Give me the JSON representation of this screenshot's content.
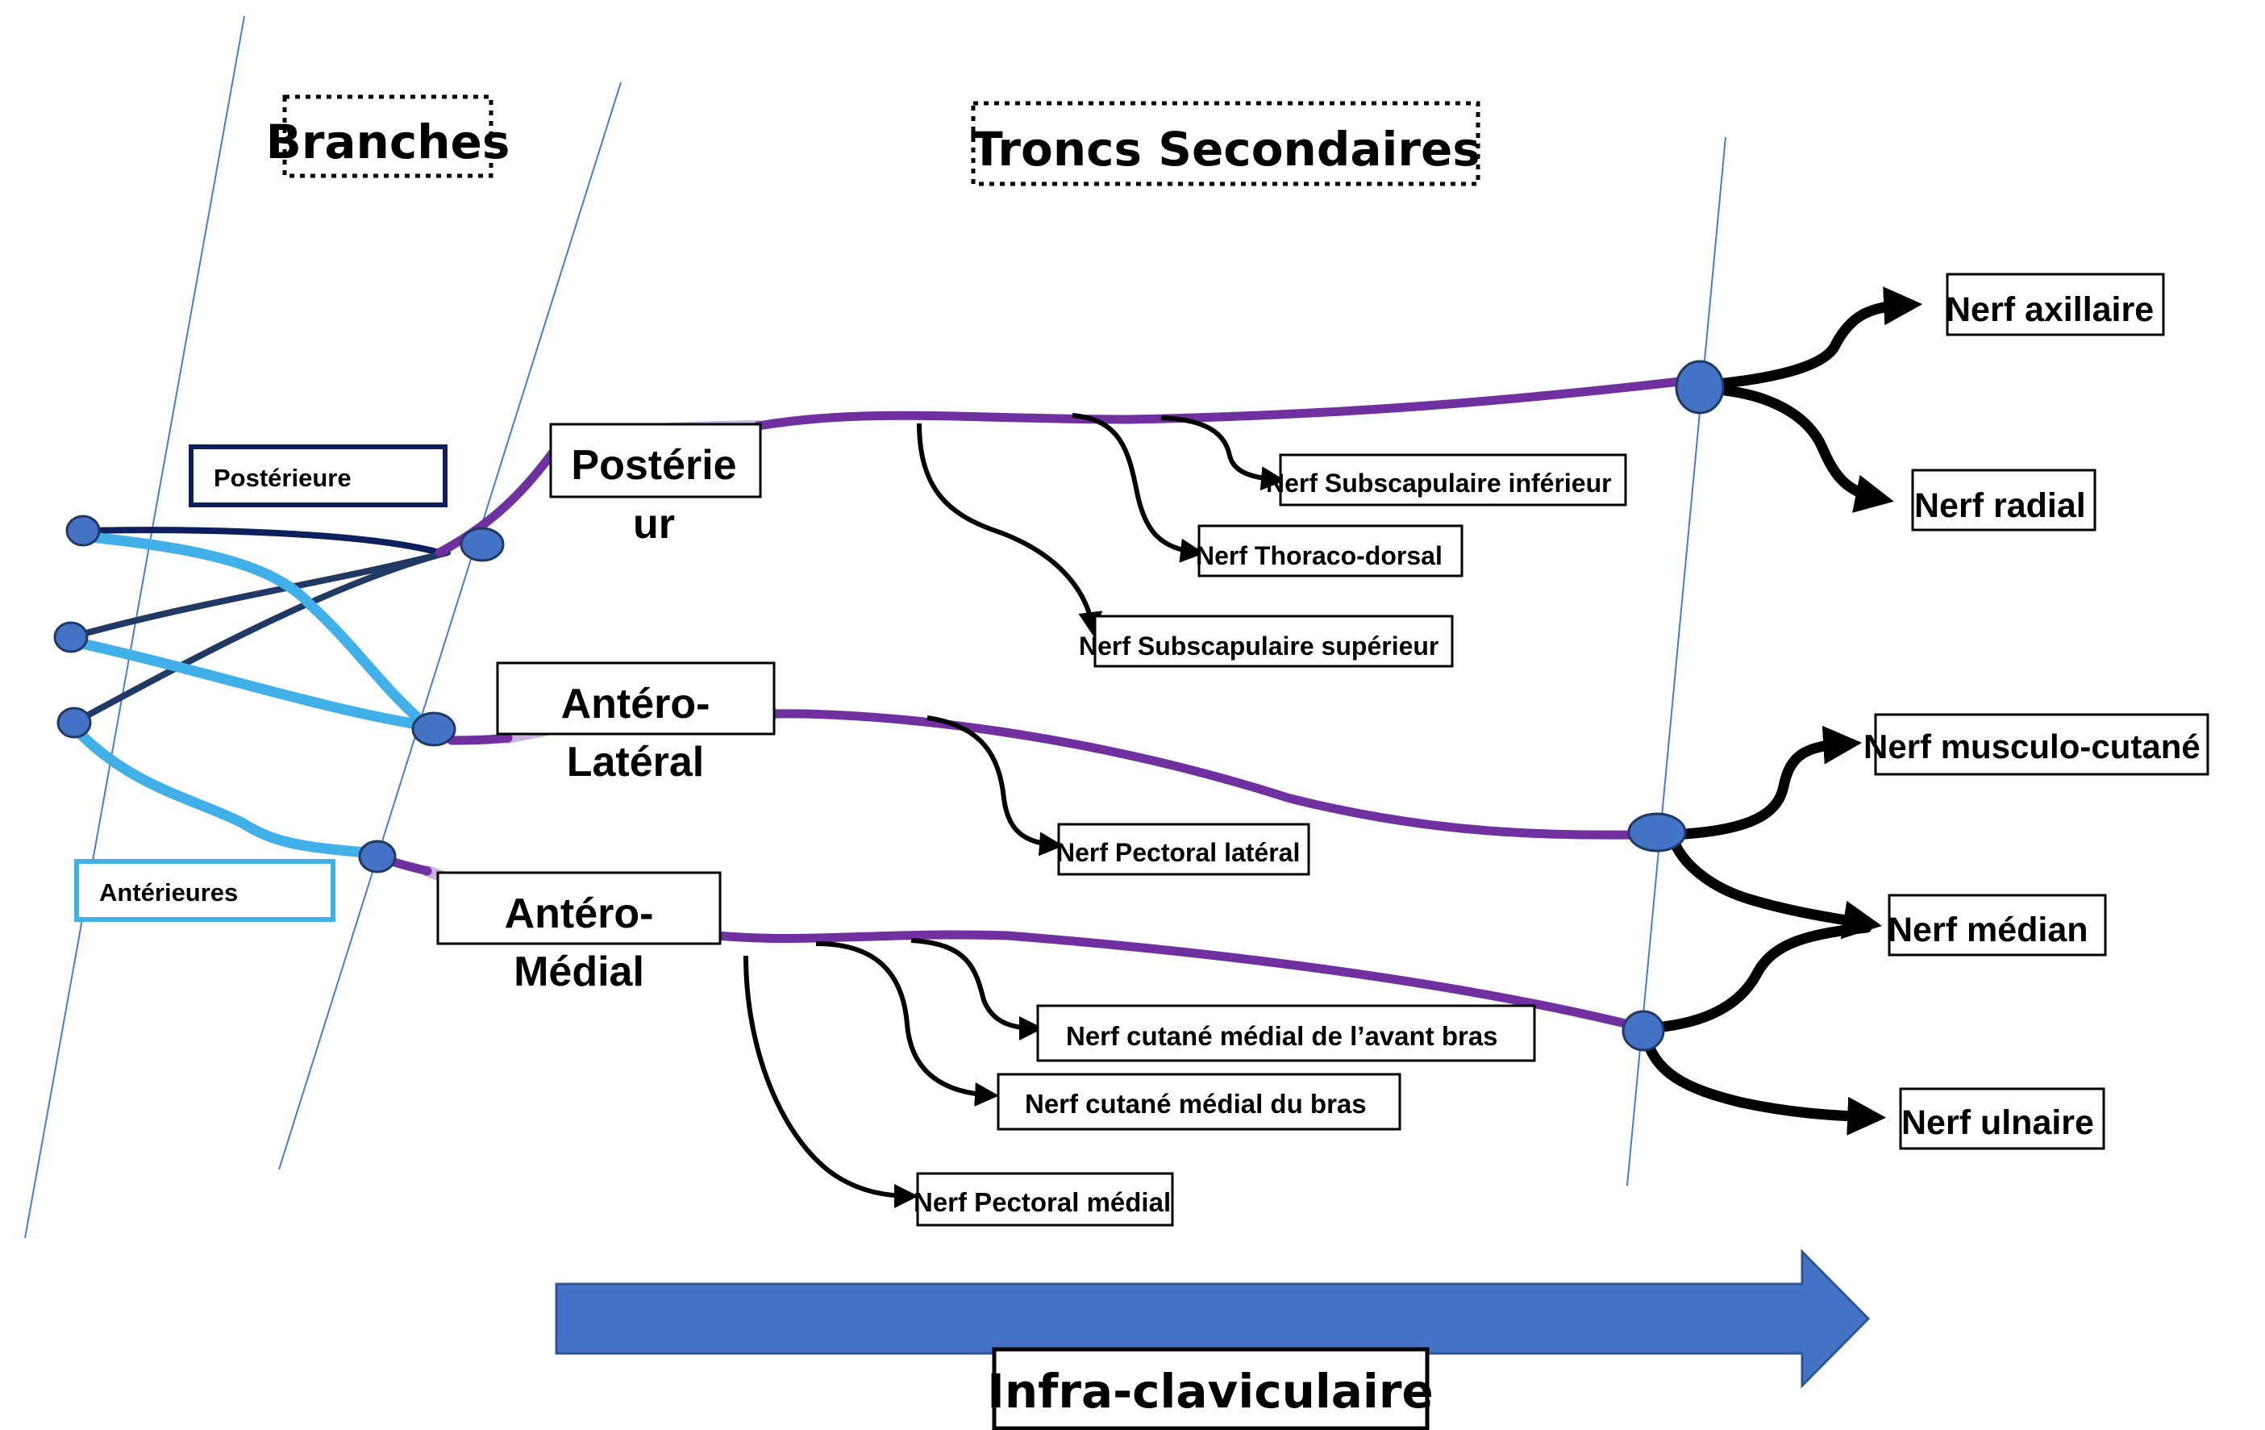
{
  "headers": {
    "branches": "Branches",
    "troncs_secondaires": "Troncs Secondaires",
    "infra_claviculaire": "Infra-claviculaire"
  },
  "branch_labels": {
    "posterieure": "Postérieure",
    "anterieures": "Antérieures"
  },
  "trunks": {
    "posterieur": [
      "Postérie",
      "ur"
    ],
    "antero_lateral": [
      "Antéro-",
      "Latéral"
    ],
    "antero_medial": [
      "Antéro-",
      "Médial"
    ]
  },
  "collateral_nerves": {
    "subscapulaire_inferieur": "Nerf  Subscapulaire inférieur",
    "thoraco_dorsal": "Nerf  Thoraco-dorsal",
    "subscapulaire_superieur": "Nerf  Subscapulaire supérieur",
    "pectoral_lateral": "Nerf Pectoral latéral",
    "cutane_medial_avant_bras": "Nerf cutané médial de l’avant bras",
    "cutane_medial_bras": "Nerf cutané médial du bras",
    "pectoral_medial": "Nerf Pectoral médial"
  },
  "terminal_nerves": {
    "axillaire": "Nerf axillaire",
    "radial": "Nerf radial",
    "musculo_cutane": "Nerf musculo-cutané",
    "median": "Nerf  médian",
    "ulnaire": "Nerf ulnaire"
  },
  "colors": {
    "trunk_purple": "#7030A0",
    "trunk_purple_light": "#C9B3DF",
    "node_blue": "#4472C4",
    "arrow_blue": "#4472C4",
    "dark_navy": "#1F3864",
    "branch_navy": "#0D1F5C",
    "light_blue": "#41B0E8",
    "guide_line": "#4A7BD0",
    "text_black": "#000000"
  },
  "icons": {
    "flow_arrow": "right-arrow-icon",
    "branch_arrowhead": "arrowhead-icon"
  }
}
